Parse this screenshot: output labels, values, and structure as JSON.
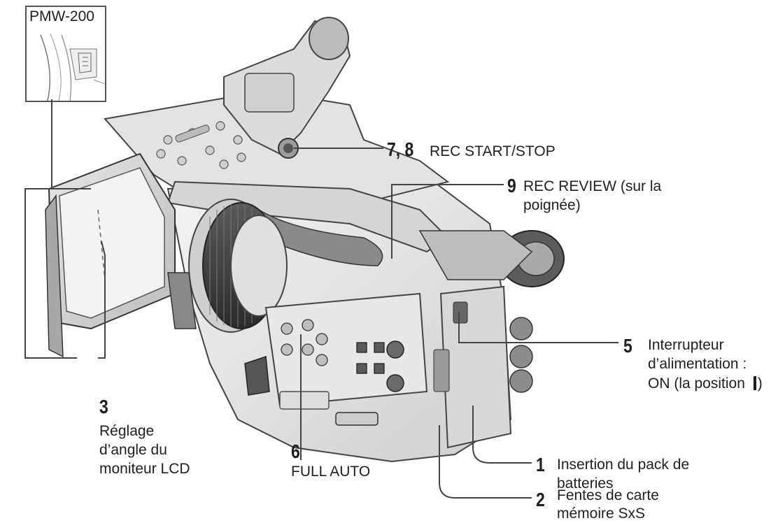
{
  "inset": {
    "title": "PMW-200"
  },
  "callouts": {
    "c78": {
      "number": "7, 8",
      "text": "REC START/STOP"
    },
    "c9": {
      "number": "9",
      "line1": "REC REVIEW (sur la",
      "line2": "poignée)"
    },
    "c5": {
      "number": "5",
      "line1": "Interrupteur",
      "line2": "d’alimentation :",
      "line3": "ON (la position",
      "line3_tail": ")"
    },
    "c3": {
      "number": "3",
      "line1": "Réglage",
      "line2": "d’angle du",
      "line3": "moniteur LCD"
    },
    "c6": {
      "number": "6",
      "line1": "FULL AUTO"
    },
    "c1": {
      "number": "1",
      "line1": "Insertion du pack de",
      "line2": "batteries"
    },
    "c2": {
      "number": "2",
      "line1": "Fentes de carte",
      "line2": "mémoire SxS"
    }
  }
}
